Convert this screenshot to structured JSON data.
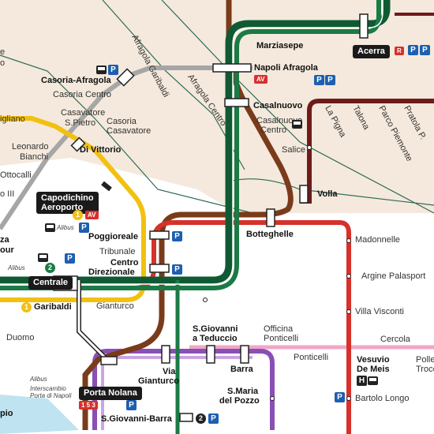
{
  "colors": {
    "background": "#f4e9dc",
    "line_green": "#1b7a45",
    "line_dark_green": "#0f5a33",
    "line_grey": "#a6a6a6",
    "line_brown": "#7a3b1a",
    "line_darkred": "#6e1b1b",
    "line_red": "#d6312b",
    "line_yellow": "#f2c010",
    "line_purple": "#8a4fb5",
    "line_pink": "#f0a6c8",
    "parking_blue": "#1d5fb0"
  },
  "stations": {
    "marziasepe": "Marziasepe",
    "acerra": "Acerra",
    "afragola_garibaldi": "Afragola Garibaldi",
    "afragola_centro": "Afragola Centro",
    "napoli_afragola": "Napoli Afragola",
    "casoria_afragola": "Casoria-Afragola",
    "casoria_centro": "Casoria Centro",
    "casalnuovo": "Casalnuovo",
    "casalnuovo_centro_1": "Casalnuovo",
    "casalnuovo_centro_2": "Centro",
    "la_pigna": "La Pigna",
    "talona": "Talona",
    "parco_piemonte": "Parco Piemonte",
    "pratola": "Pratola P.",
    "casavatore_spietro_1": "Casavatore",
    "casavatore_spietro_2": "S.Pietro",
    "casoria_casavatore_1": "Casoria",
    "casoria_casavatore_2": "Casavatore",
    "igliano": "igliano",
    "leonardo_bianchi_1": "Leonardo",
    "leonardo_bianchi_2": "Bianchi",
    "di_vittorio": "Di Vittorio",
    "ottocalli": "Ottocalli",
    "salice": "Salice",
    "volla": "Volla",
    "o_iii": "o III",
    "capodichino_1": "Capodichino",
    "capodichino_2": "Aeroporto",
    "alibus_1": "Alibus",
    "poggioreale": "Poggioreale",
    "botteghelle": "Botteghelle",
    "madonnelle": "Madonnelle",
    "za": "za",
    "our": "our",
    "tribunale": "Tribunale",
    "centro_direzionale_1": "Centro",
    "centro_direzionale_2": "Direzionale",
    "alibus_2": "Alibus",
    "argine_palasport": "Argine Palasport",
    "centrale": "Centrale",
    "garibaldi": "Garibaldi",
    "gianturco": "Gianturco",
    "villa_visconti": "Villa Visconti",
    "duomo": "Duomo",
    "sgiovanni_teduccio_1": "S.Giovanni",
    "sgiovanni_teduccio_2": "a Teduccio",
    "officina_ponticelli_1": "Officina",
    "officina_ponticelli_2": "Ponticelli",
    "cercola": "Cercola",
    "ponticelli": "Ponticelli",
    "vesuvio_demeis_1": "Vesuvio",
    "vesuvio_demeis_2": "De Meis",
    "pollena_1": "Polle",
    "pollena_2": "Trocc",
    "via_gianturco_1": "Via",
    "via_gianturco_2": "Gianturco",
    "barra": "Barra",
    "alibus_3": "Alibus",
    "interscambio_1": "Interscambio",
    "interscambio_2": "Porta di Napoli",
    "porta_nolana": "Porta Nolana",
    "smaria_pozzo_1": "S.Maria",
    "smaria_pozzo_2": "del Pozzo",
    "bartolo_longo": "Bartolo Longo",
    "pio": "pio",
    "sgiovanni_barra": "S.Giovanni-Barra",
    "e_top": "e",
    "o_top": "o"
  },
  "icons": {
    "parking": "P",
    "metro1": "1",
    "metro2": "2",
    "bus": "bus-icon",
    "ferry": "ferry-icon",
    "h": "H"
  }
}
